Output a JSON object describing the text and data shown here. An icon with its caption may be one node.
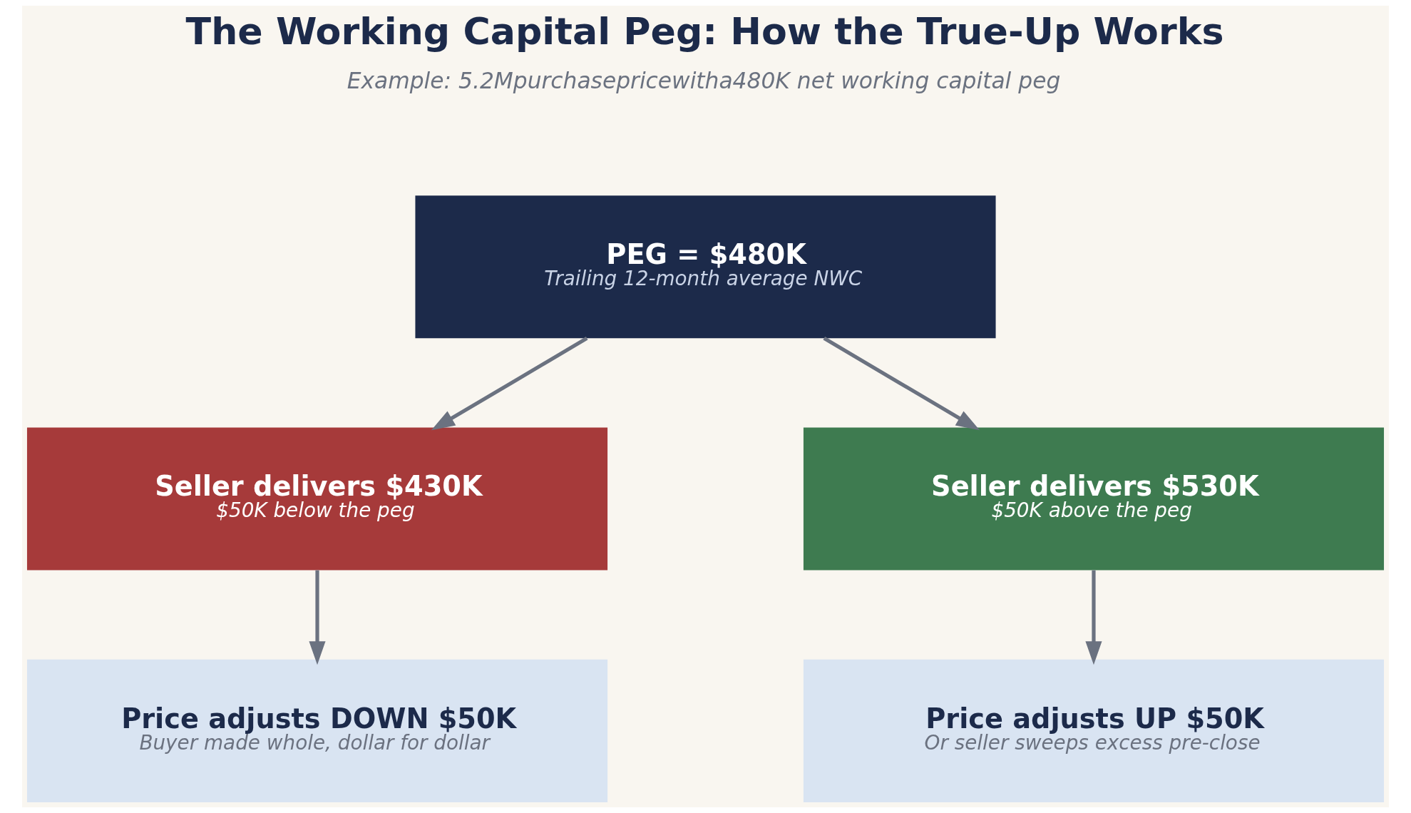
{
  "diagram": {
    "title": "The Working Capital Peg: How the True-Up Works",
    "nodes": [
      {
        "text": [
          "PEG = $480K",
          "Trailing 12-month average NWC"
        ]
      },
      {
        "text": [
          "Seller delivers $430K",
          "$50K below the peg"
        ]
      },
      {
        "text": [
          "Seller delivers $530K",
          "$50K above the peg"
        ]
      },
      {
        "text": [
          "Price adjusts DOWN $50K",
          "Buyer made whole, dollar for dollar"
        ]
      },
      {
        "text": [
          "Price adjusts UP $50K",
          "Or seller sweeps excess pre-close"
        ]
      }
    ],
    "edges": [
      {
        "from": 0,
        "to": 1,
        "arrow": "to"
      },
      {
        "from": 0,
        "to": 2,
        "arrow": "to"
      },
      {
        "from": 1,
        "to": 3,
        "arrow": "to"
      },
      {
        "from": 2,
        "to": 4,
        "arrow": "to"
      }
    ],
    "labels": [
      "Example: 5.2Mpurchasepricewitha480K net working capital peg"
    ]
  }
}
